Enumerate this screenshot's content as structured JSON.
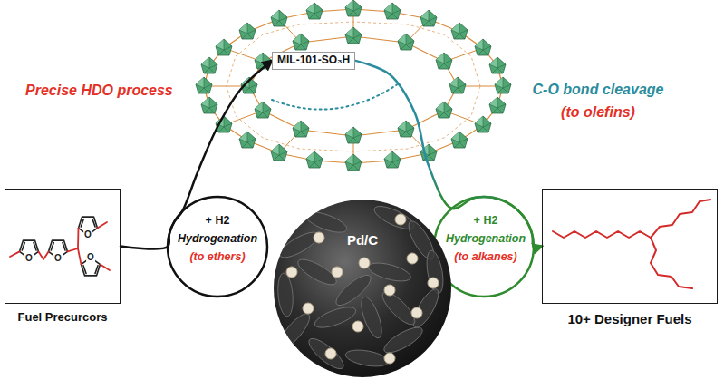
{
  "diagram": {
    "nodes": [
      {
        "text": [
          "Fuel Precurcors"
        ]
      },
      {
        "text": [
          "MIL-101-SO₃H"
        ]
      },
      {
        "text": [
          "Pd/C"
        ]
      },
      {
        "text": [
          "10+ Designer Fuels"
        ]
      }
    ],
    "edges": [
      {
        "from": 0,
        "to": 1,
        "arrow": "to"
      },
      {
        "from": 1,
        "to": 3,
        "arrow": "to"
      }
    ],
    "labels": [
      "Precise HDO process",
      "C-O bond cleavage",
      "(to olefins)",
      "+ H2",
      "Hydrogenation",
      "(to ethers)",
      "+ H2",
      "Hydrogenation",
      "(to alkanes)",
      "O",
      "O",
      "O",
      "O"
    ]
  }
}
